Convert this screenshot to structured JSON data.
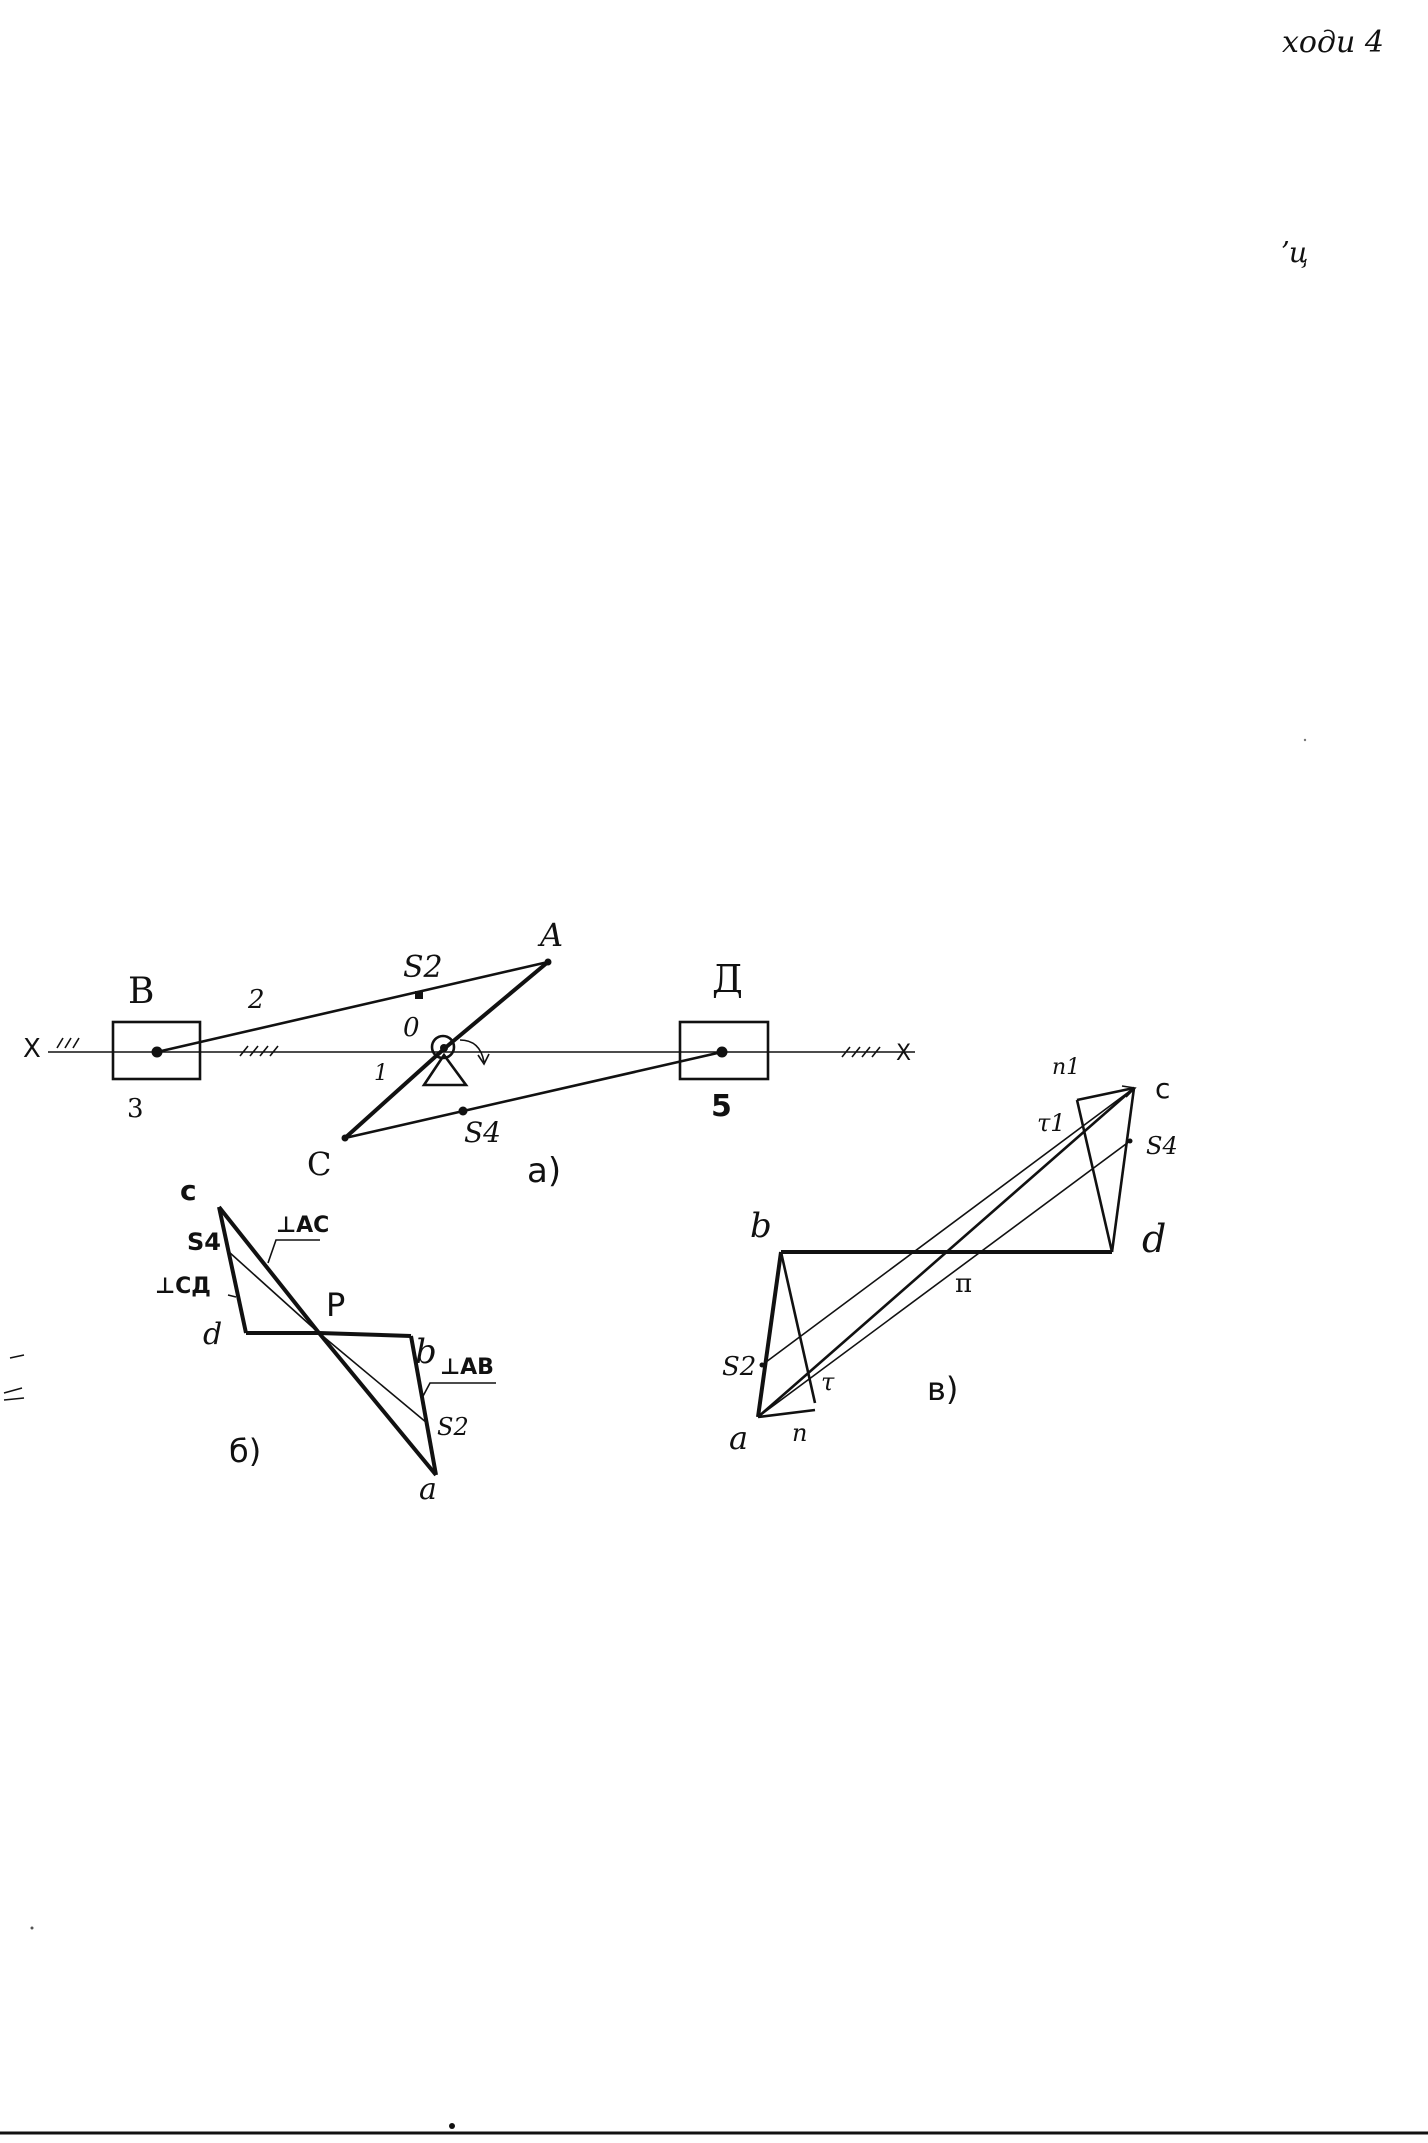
{
  "header": {
    "corner_note": "ходи 4",
    "side_note": "ʼц"
  },
  "mechanism": {
    "caption": "а)",
    "labels": {
      "x_left": "X",
      "x_right": "X",
      "slider_b": "В",
      "slider_b_number": "3",
      "slider_d": "Д",
      "slider_d_number": "5",
      "link_2": "2",
      "link_1": "1",
      "point_a": "A",
      "point_o": "0",
      "point_c": "С",
      "s2": "S2",
      "s4": "S4"
    }
  },
  "velocity_plan": {
    "caption": "б)",
    "labels": {
      "c": "c",
      "s4": "S4",
      "perp_ac": "⊥AC",
      "perp_cd": "⊥CД",
      "d": "d",
      "p": "P",
      "b": "b",
      "perp_ab": "⊥AB",
      "s2": "S2",
      "a": "a"
    }
  },
  "acceleration_plan": {
    "caption": "в)",
    "labels": {
      "n1": "n1",
      "c": "c",
      "tau1": "τ1",
      "s4": "S4",
      "b": "b",
      "d": "d",
      "pi": "π",
      "s2": "S2",
      "tau": "τ",
      "a": "a",
      "n": "n"
    }
  }
}
